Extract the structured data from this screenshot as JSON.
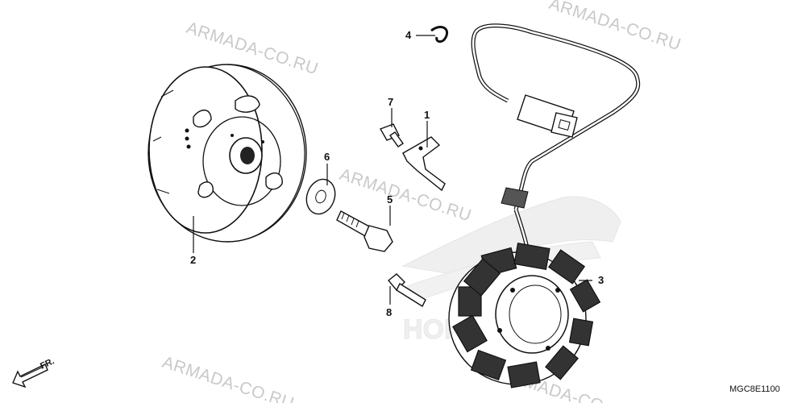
{
  "watermarks": [
    "ARMADA-CO.RU",
    "ARMADA-CO.RU",
    "ARMADA-CO.RU",
    "ARMADA-CO.RU",
    "ARMADA-CO.RU"
  ],
  "callouts": {
    "c1": "1",
    "c2": "2",
    "c3": "3",
    "c4": "4",
    "c5": "5",
    "c6": "6",
    "c7": "7",
    "c8": "8"
  },
  "direction_label": "FR.",
  "diagram_code": "MGC8E1100",
  "logo_text": "HONDA"
}
